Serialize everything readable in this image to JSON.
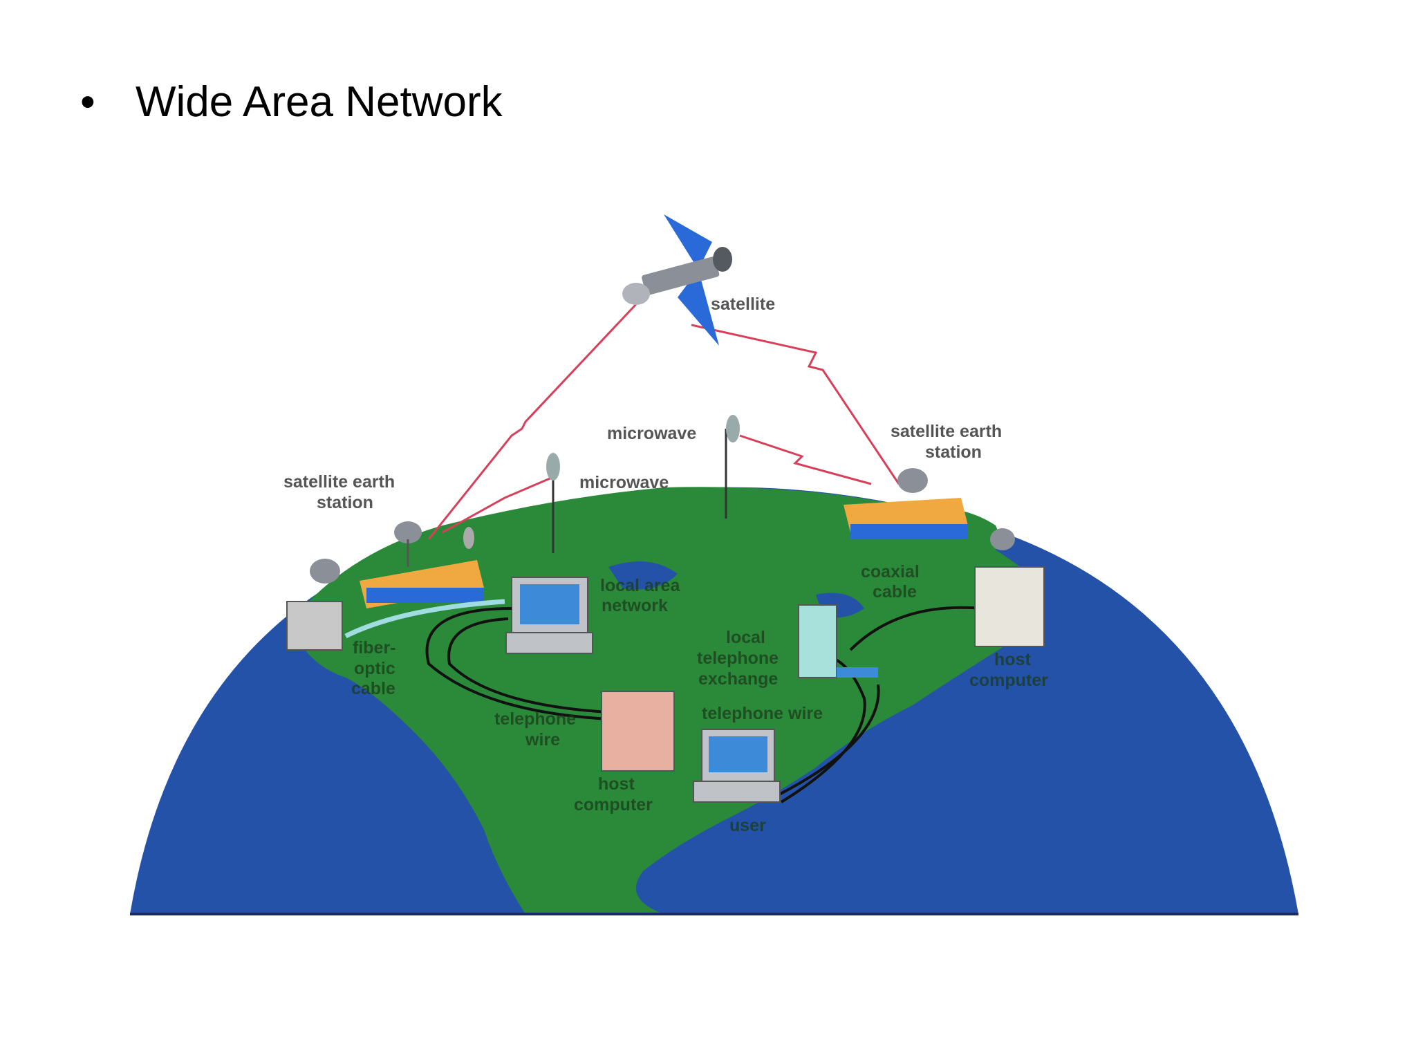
{
  "slide": {
    "bullet": "•",
    "title": "Wide Area Network"
  },
  "diagram": {
    "labels": {
      "satellite": "satellite",
      "sat_earth_left_1": "satellite earth",
      "sat_earth_left_2": "station",
      "sat_earth_right_1": "satellite earth",
      "sat_earth_right_2": "station",
      "microwave_top": "microwave",
      "microwave_mid": "microwave",
      "lan_1": "local area",
      "lan_2": "network",
      "fiber_1": "fiber-",
      "fiber_2": "optic",
      "fiber_3": "cable",
      "tel_exchange_1": "local",
      "tel_exchange_2": "telephone",
      "tel_exchange_3": "exchange",
      "coax_1": "coaxial",
      "coax_2": "cable",
      "host_right_1": "host",
      "host_right_2": "computer",
      "tel_wire_left_1": "telephone",
      "tel_wire_left_2": "wire",
      "tel_wire_right": "telephone wire",
      "host_center_1": "host",
      "host_center_2": "computer",
      "user": "user"
    },
    "colors": {
      "ocean": "#2452a8",
      "land": "#2a8a3a",
      "signal": "#d8405a",
      "panel": "#2a6ad8",
      "building_roof": "#f0a840"
    }
  }
}
